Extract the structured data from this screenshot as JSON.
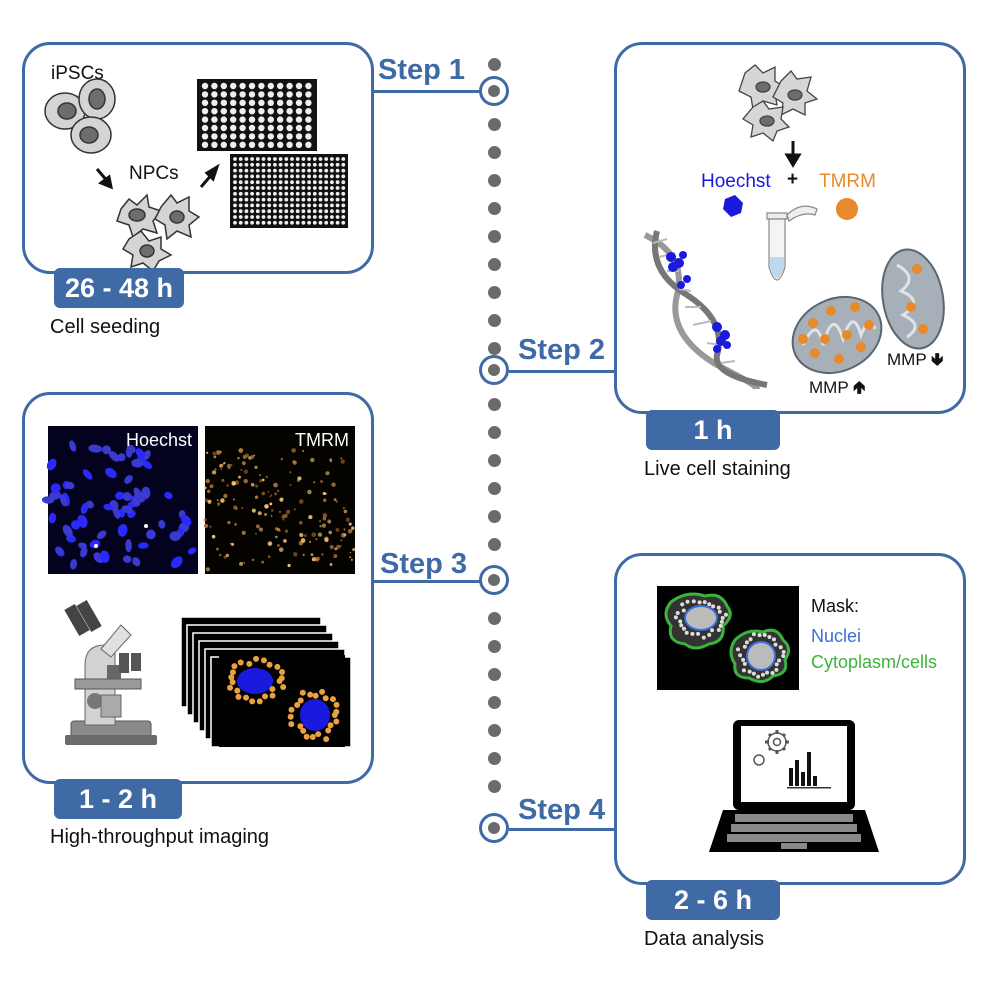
{
  "steps": [
    {
      "label": "Step 1",
      "duration": "26 - 48 h",
      "caption": "Cell seeding",
      "texts": {
        "source": "iPSCs",
        "derived": "NPCs"
      }
    },
    {
      "label": "Step 2",
      "duration": "1 h",
      "caption": "Live cell staining",
      "texts": {
        "dye1": "Hoechst",
        "plus": "+",
        "dye2": "TMRM",
        "mmp_up": "MMP",
        "mmp_down": "MMP"
      }
    },
    {
      "label": "Step 3",
      "duration": "1 - 2 h",
      "caption": "High-throughput imaging",
      "texts": {
        "img1": "Hoechst",
        "img2": "TMRM"
      }
    },
    {
      "label": "Step 4",
      "duration": "2 - 6 h",
      "caption": "Data analysis",
      "texts": {
        "mask_title": "Mask:",
        "mask_nuclei": "Nuclei",
        "mask_cyto": "Cytoplasm/cells"
      }
    }
  ],
  "colors": {
    "accent": "#3f6aa6",
    "hoechst": "#1a1adf",
    "tmrm": "#e8892a",
    "nuclei_text": "#3b6fd8",
    "cyto_text": "#3cb43c",
    "timeline_dot": "#6b6b6b"
  },
  "icons": [
    "cell-icon",
    "well-plate-icon",
    "dna-icon",
    "mitochondrion-icon",
    "tube-icon",
    "microscope-icon",
    "image-stack-icon",
    "laptop-icon",
    "gear-icon",
    "bar-chart-icon"
  ]
}
